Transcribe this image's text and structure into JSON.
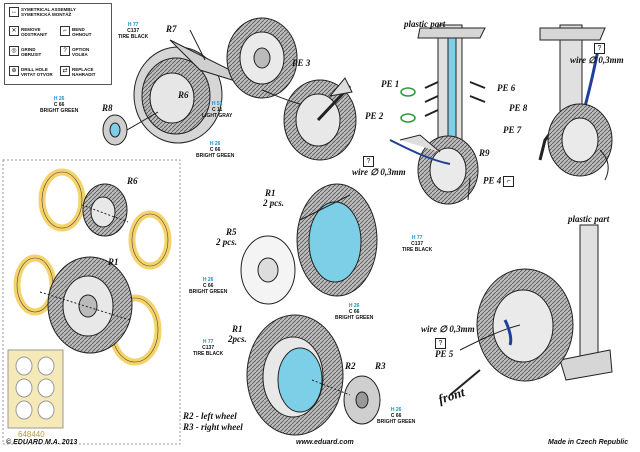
{
  "legend": {
    "symmetrical": "SYMETRICAL ASSEMBLY\nSYMETRICKÁ MONTÁŽ",
    "remove": "REMOVE\nODSTRANIT",
    "bend": "BEND\nOHNOUT",
    "grind": "GRIND\nOBRUSIT",
    "option": "OPTION\nVOLBA",
    "drill": "DRILL HOLE\nVRTAT OTVOR",
    "replace": "REPLACE\nNAHRADIT"
  },
  "parts": {
    "r6": "R6",
    "r7": "R7",
    "r8": "R8",
    "r9": "R9",
    "r1": "R1",
    "r5": "R5",
    "r2": "R2",
    "r3": "R3",
    "pe1": "PE 1",
    "pe2": "PE 2",
    "pe3": "PE 3",
    "pe4": "PE 4",
    "pe5": "PE 5",
    "pe6": "PE 6",
    "pe7": "PE 7",
    "pe8": "PE 8",
    "qty_r1": "2 pcs.",
    "qty_r5": "2 pcs.",
    "qty_r1b": "2pcs."
  },
  "notes": {
    "plastic1": "plastic part",
    "plastic2": "plastic part",
    "wire1": "wire ∅ 0,3mm",
    "wire2": "wire ∅ 0,3mm",
    "wire3": "wire ∅ 0,3mm",
    "front": "front",
    "left": "R2 - left wheel",
    "right": "R3 - right wheel",
    "masks": "648440"
  },
  "colors_paint": {
    "tire_black": {
      "h": "H 77",
      "c": "C137",
      "name": "TIRE BLACK"
    },
    "light_gray": {
      "h": "H 51",
      "c": "C 11",
      "name": "LIGHT GRAY"
    },
    "bright_green": {
      "h": "H 26",
      "c": "C 66",
      "name": "BRIGHT GREEN"
    }
  },
  "footer": {
    "left": "© EDUARD  M.A. 2013",
    "center": "www.eduard.com",
    "right": "Made in Czech Republic"
  },
  "accent": {
    "blue": "#7dcfe8",
    "yellow": "#f5d36a",
    "paint_code": "#1a8fd0",
    "wire": "#1f3f9a"
  }
}
